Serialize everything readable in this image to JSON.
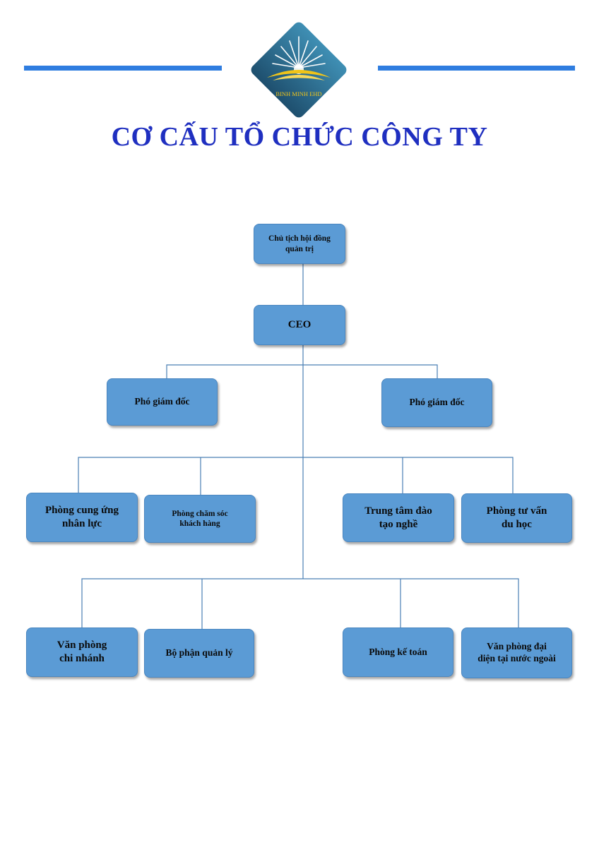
{
  "header": {
    "logo_text": "BINH MINH EHD",
    "title": "CƠ CẤU TỔ CHỨC CÔNG TY",
    "accent_color": "#2f7de0",
    "title_color": "#1f2fc0"
  },
  "org_chart": {
    "box_color": "#5b9bd5",
    "chairman": "Chủ tịch hội đồng\nquản trị",
    "ceo": "CEO",
    "deputy_left": "Phó giám đốc",
    "deputy_right": "Phó giám đốc",
    "level3": [
      "Phòng cung ứng\nnhân lực",
      "Phòng chăm sóc\nkhách hàng",
      "Trung tâm đào\ntạo nghề",
      "Phòng tư vấn\ndu học"
    ],
    "level4": [
      "Văn phòng\nchi nhánh",
      "Bộ phận quản lý",
      "Phòng kế toán",
      "Văn phòng đại\ndiện tại nước ngoài"
    ]
  }
}
